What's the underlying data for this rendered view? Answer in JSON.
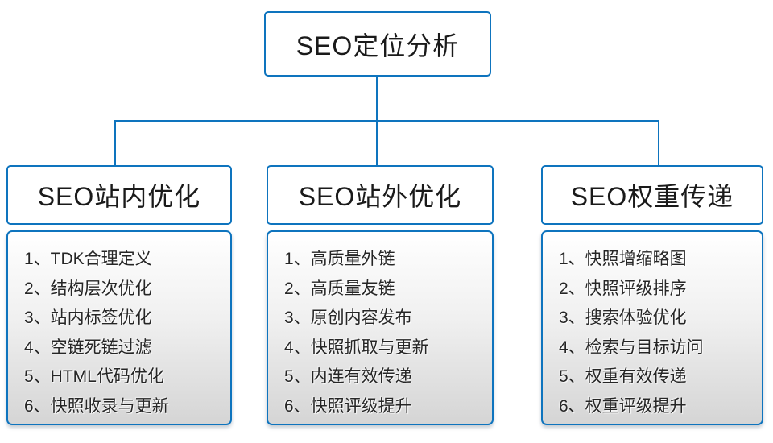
{
  "root": {
    "title": "SEO定位分析"
  },
  "columns": [
    {
      "title": "SEO站内优化",
      "items": [
        "1、TDK合理定义",
        "2、结构层次优化",
        "3、站内标签优化",
        "4、空链死链过滤",
        "5、HTML代码优化",
        "6、快照收录与更新"
      ]
    },
    {
      "title": "SEO站外优化",
      "items": [
        "1、高质量外链",
        "2、高质量友链",
        "3、原创内容发布",
        "4、快照抓取与更新",
        "5、内连有效传递",
        "6、快照评级提升"
      ]
    },
    {
      "title": "SEO权重传递",
      "items": [
        "1、快照增缩略图",
        "2、快照评级排序",
        "3、搜索体验优化",
        "4、检索与目标访问",
        "5、权重有效传递",
        "6、权重评级提升"
      ]
    }
  ],
  "colors": {
    "connector_blue": "#0e74be",
    "node_border": "#0e74be",
    "panel_gradient_top": "#ffffff",
    "panel_gradient_bottom": "#d5d5d5",
    "text": "#262626"
  }
}
